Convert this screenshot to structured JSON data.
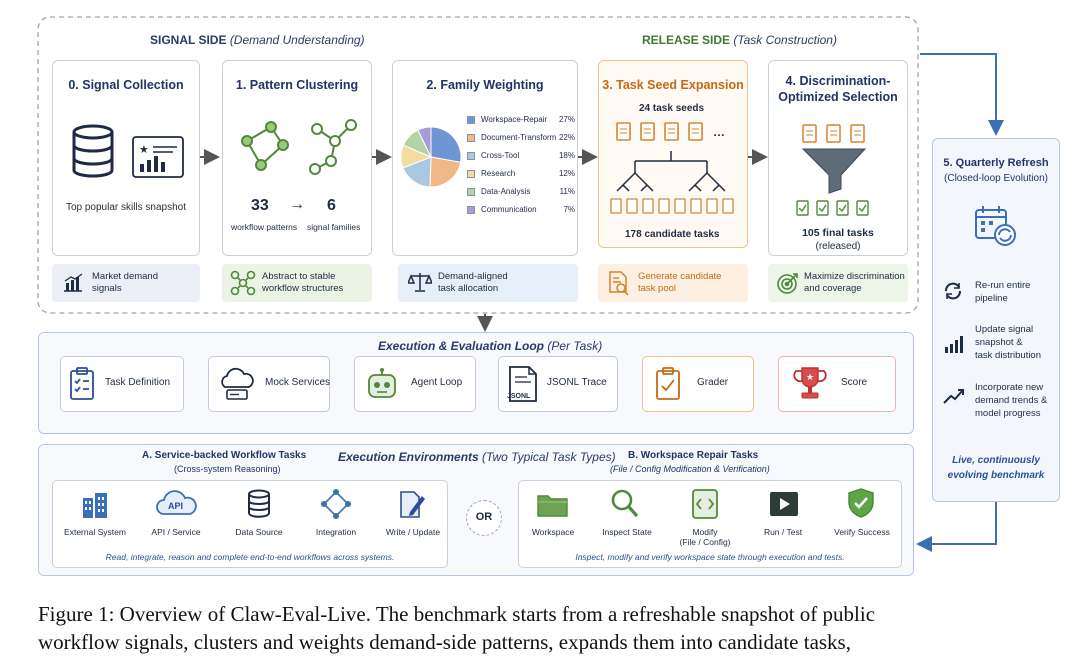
{
  "signal_side": {
    "title": "SIGNAL SIDE",
    "subtitle": "(Demand Understanding)"
  },
  "release_side": {
    "title": "RELEASE SIDE",
    "subtitle": "(Task Construction)"
  },
  "stages": {
    "s0": {
      "title": "0. Signal Collection",
      "desc": "Top popular skills snapshot",
      "foot": [
        "Market demand",
        "signals"
      ]
    },
    "s1": {
      "title": "1. Pattern Clustering",
      "count_a": "33",
      "arrow": "→",
      "count_b": "6",
      "label_a": "workflow patterns",
      "label_b": "signal families",
      "foot": [
        "Abstract to stable",
        "workflow structures"
      ]
    },
    "s2": {
      "title": "2. Family Weighting",
      "foot": [
        "Demand-aligned",
        "task allocation"
      ]
    },
    "s3": {
      "title": "3. Task Seed Expansion",
      "seeds": "24 task seeds",
      "ellipsis": "…",
      "candidates": "178 candidate tasks",
      "foot": [
        "Generate candidate",
        "task pool"
      ]
    },
    "s4": {
      "title": "4. Discrimination-Optimized Selection",
      "final": "105 final tasks",
      "released": "(released)",
      "foot": [
        "Maximize discrimination",
        "and coverage"
      ]
    }
  },
  "weights": [
    {
      "name": "Workspace-Repair",
      "pct": "27%",
      "value": 27,
      "color": "#6f95d4"
    },
    {
      "name": "Document-Transform",
      "pct": "22%",
      "value": 22,
      "color": "#f0b887"
    },
    {
      "name": "Cross-Tool",
      "pct": "18%",
      "value": 18,
      "color": "#a9c8e2"
    },
    {
      "name": "Research",
      "pct": "12%",
      "value": 12,
      "color": "#f3dca0"
    },
    {
      "name": "Data-Analysis",
      "pct": "11%",
      "value": 11,
      "color": "#b4d3a6"
    },
    {
      "name": "Communication",
      "pct": "7%",
      "value": 7,
      "color": "#a99bd8"
    }
  ],
  "refresh": {
    "title": "5. Quarterly Refresh",
    "subtitle": "(Closed-loop Evolution)",
    "items": [
      [
        "Re-run entire",
        "pipeline"
      ],
      [
        "Update signal",
        "snapshot &",
        "task distribution"
      ],
      [
        "Incorporate new",
        "demand trends &",
        "model progress"
      ]
    ],
    "footer": [
      "Live, continuously",
      "evolving benchmark"
    ]
  },
  "execution": {
    "title": "Execution & Evaluation Loop",
    "subtitle": "(Per Task)",
    "steps": [
      "Task Definition",
      "Mock Services",
      "Agent Loop",
      "JSONL Trace",
      "Grader",
      "Score"
    ],
    "jsonl_badge": "JSONL"
  },
  "environments": {
    "title": "Execution Environments",
    "subtitle": "(Two Typical Task Types)",
    "a_title": "A. Service-backed Workflow Tasks",
    "a_subtitle": "(Cross-system Reasoning)",
    "a_items": [
      "External System",
      "API / Service",
      "Data Source",
      "Integration",
      "Write / Update"
    ],
    "api_badge": "API",
    "a_desc": "Read, integrate, reason and complete end-to-end workflows across systems.",
    "or": "OR",
    "b_title": "B. Workspace Repair Tasks",
    "b_subtitle": "(File / Config Modification & Verification)",
    "b_items": [
      "Workspace",
      "Inspect State",
      "Modify",
      "Run / Test",
      "Verify Success"
    ],
    "b_modify_sub": "(File / Config)",
    "b_desc": "Inspect, modify and verify workspace state through execution and tests."
  },
  "caption": [
    "Figure 1: Overview of Claw-Eval-Live. The benchmark starts from a refreshable snapshot of public",
    "workflow signals, clusters and weights demand-side patterns, expands them into candidate tasks,"
  ]
}
